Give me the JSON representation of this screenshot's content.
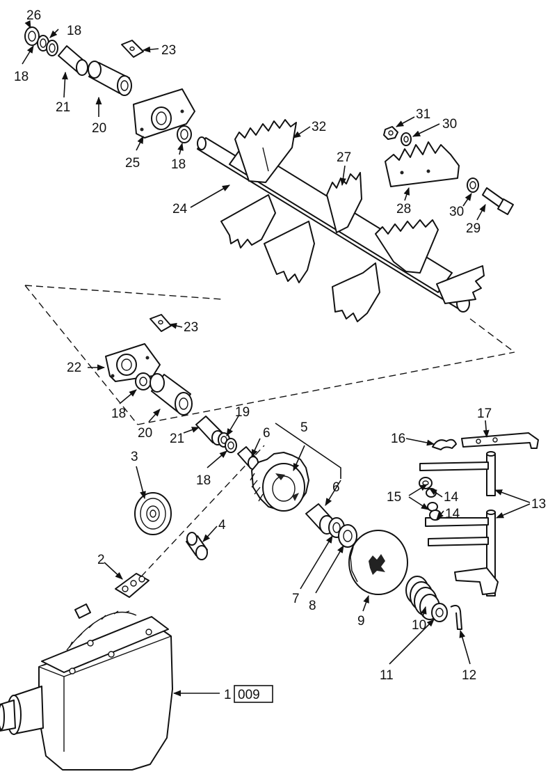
{
  "labels": {
    "l1": "1",
    "l1_ref": "009",
    "l2": "2",
    "l3": "3",
    "l4": "4",
    "l5": "5",
    "l6a": "6",
    "l6b": "6",
    "l7": "7",
    "l8": "8",
    "l9": "9",
    "l10": "10",
    "l11": "11",
    "l12": "12",
    "l13": "13",
    "l14a": "14",
    "l14b": "14",
    "l15": "15",
    "l16": "16",
    "l17": "17",
    "l18a": "18",
    "l18b": "18",
    "l18c": "18",
    "l18d": "18",
    "l18e": "18",
    "l19": "19",
    "l20a": "20",
    "l20b": "20",
    "l21a": "21",
    "l21b": "21",
    "l22": "22",
    "l23a": "23",
    "l23b": "23",
    "l24": "24",
    "l25": "25",
    "l26": "26",
    "l27": "27",
    "l28": "28",
    "l29": "29",
    "l30a": "30",
    "l30b": "30",
    "l31": "31",
    "l32": "32"
  }
}
